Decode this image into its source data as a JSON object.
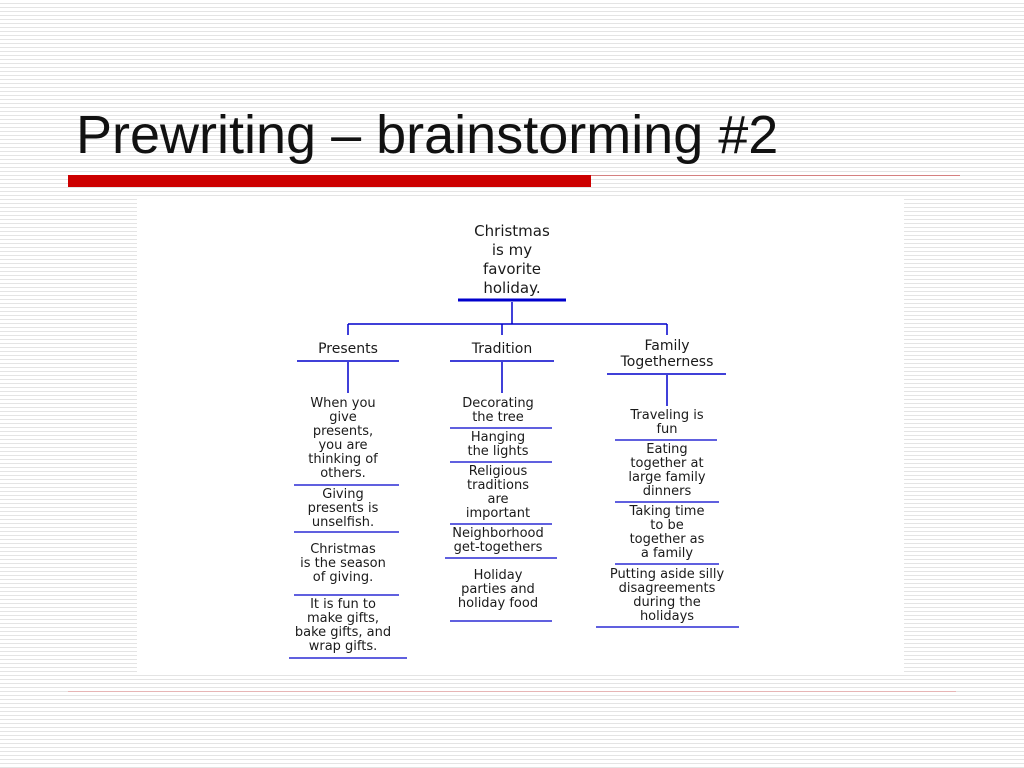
{
  "slide": {
    "title": "Prewriting – brainstorming #2",
    "accent_color": "#cc0000",
    "line_color": "#0000cc"
  },
  "diagram": {
    "root": "Christmas\nis my\nfavorite\nholiday.",
    "branches": [
      {
        "label": "Presents",
        "items": [
          "When you\ngive\npresents,\nyou are\nthinking of\nothers.",
          "Giving\npresents is\nunselfish.",
          "Christmas\nis the season\nof giving.",
          "It is fun to\nmake gifts,\nbake gifts, and\nwrap gifts."
        ]
      },
      {
        "label": "Tradition",
        "items": [
          "Decorating\nthe tree",
          "Hanging\nthe lights",
          "Religious\ntraditions\nare\nimportant",
          "Neighborhood\nget-togethers",
          "Holiday\nparties and\nholiday food"
        ]
      },
      {
        "label": "Family\nTogetherness",
        "items": [
          "Traveling is\nfun",
          "Eating\ntogether at\nlarge family\ndinners",
          "Taking time\nto be\ntogether as\na family",
          "Putting aside silly\ndisagreements\nduring the\nholidays"
        ]
      }
    ]
  }
}
